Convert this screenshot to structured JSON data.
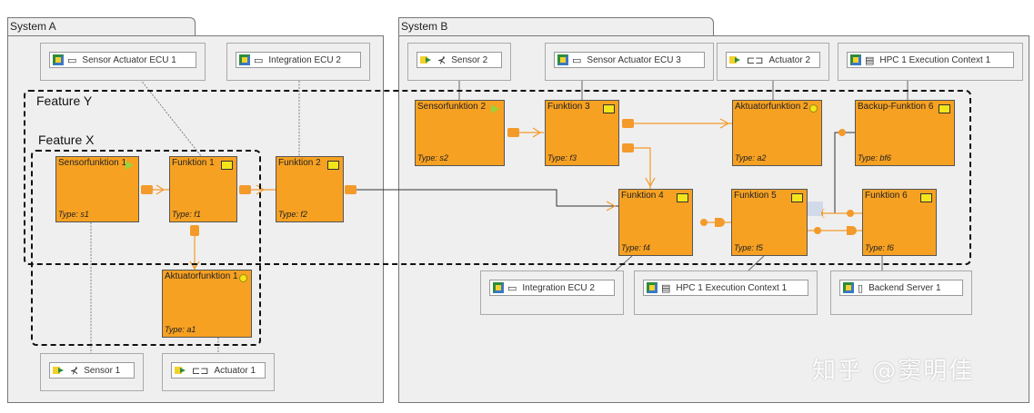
{
  "systems": {
    "a": {
      "label": "System A"
    },
    "b": {
      "label": "System B"
    }
  },
  "features": {
    "x": {
      "label": "Feature X"
    },
    "y": {
      "label": "Feature Y"
    }
  },
  "resources": {
    "sensor_actuator_ecu1": {
      "label": "Sensor Actuator ECU 1",
      "icon": "chip-icon"
    },
    "integration_ecu2_top": {
      "label": "Integration ECU 2",
      "icon": "chip-icon"
    },
    "sensor1": {
      "label": "Sensor 1",
      "icon": "sensor-icon"
    },
    "actuator1": {
      "label": "Actuator 1",
      "icon": "actuator-icon"
    },
    "sensor2": {
      "label": "Sensor 2",
      "icon": "sensor-icon"
    },
    "sensor_actuator_ecu3": {
      "label": "Sensor Actuator ECU 3",
      "icon": "chip-icon"
    },
    "actuator2": {
      "label": "Actuator 2",
      "icon": "actuator-icon"
    },
    "hpc1_top": {
      "label": "HPC 1 Execution Context 1",
      "icon": "hpc-icon"
    },
    "integration_ecu2_bottom": {
      "label": "Integration ECU 2",
      "icon": "chip-icon"
    },
    "hpc1_bottom": {
      "label": "HPC 1 Execution Context 1",
      "icon": "hpc-icon"
    },
    "backend_server1": {
      "label": "Backend Server 1",
      "icon": "server-icon"
    }
  },
  "functions": {
    "s1": {
      "title": "Sensorfunktion 1",
      "type": "Type: s1"
    },
    "f1": {
      "title": "Funktion 1",
      "type": "Type: f1"
    },
    "f2": {
      "title": "Funktion 2",
      "type": "Type: f2"
    },
    "a1": {
      "title": "Aktuatorfunktion 1",
      "type": "Type: a1"
    },
    "s2": {
      "title": "Sensorfunktion 2",
      "type": "Type: s2"
    },
    "f3": {
      "title": "Funktion 3",
      "type": "Type: f3"
    },
    "a2": {
      "title": "Aktuatorfunktion 2",
      "type": "Type: a2"
    },
    "bf6": {
      "title": "Backup-Funktion 6",
      "type": "Type: bf6"
    },
    "f4": {
      "title": "Funktion 4",
      "type": "Type: f4"
    },
    "f5": {
      "title": "Funktion 5",
      "type": "Type: f5"
    },
    "f6": {
      "title": "Funktion 6",
      "type": "Type: f6"
    }
  },
  "watermark": "知乎 @窦明佳",
  "colors": {
    "function_fill": "#f7a122",
    "wire": "#f39a2b",
    "mapping_line": "#666666"
  }
}
